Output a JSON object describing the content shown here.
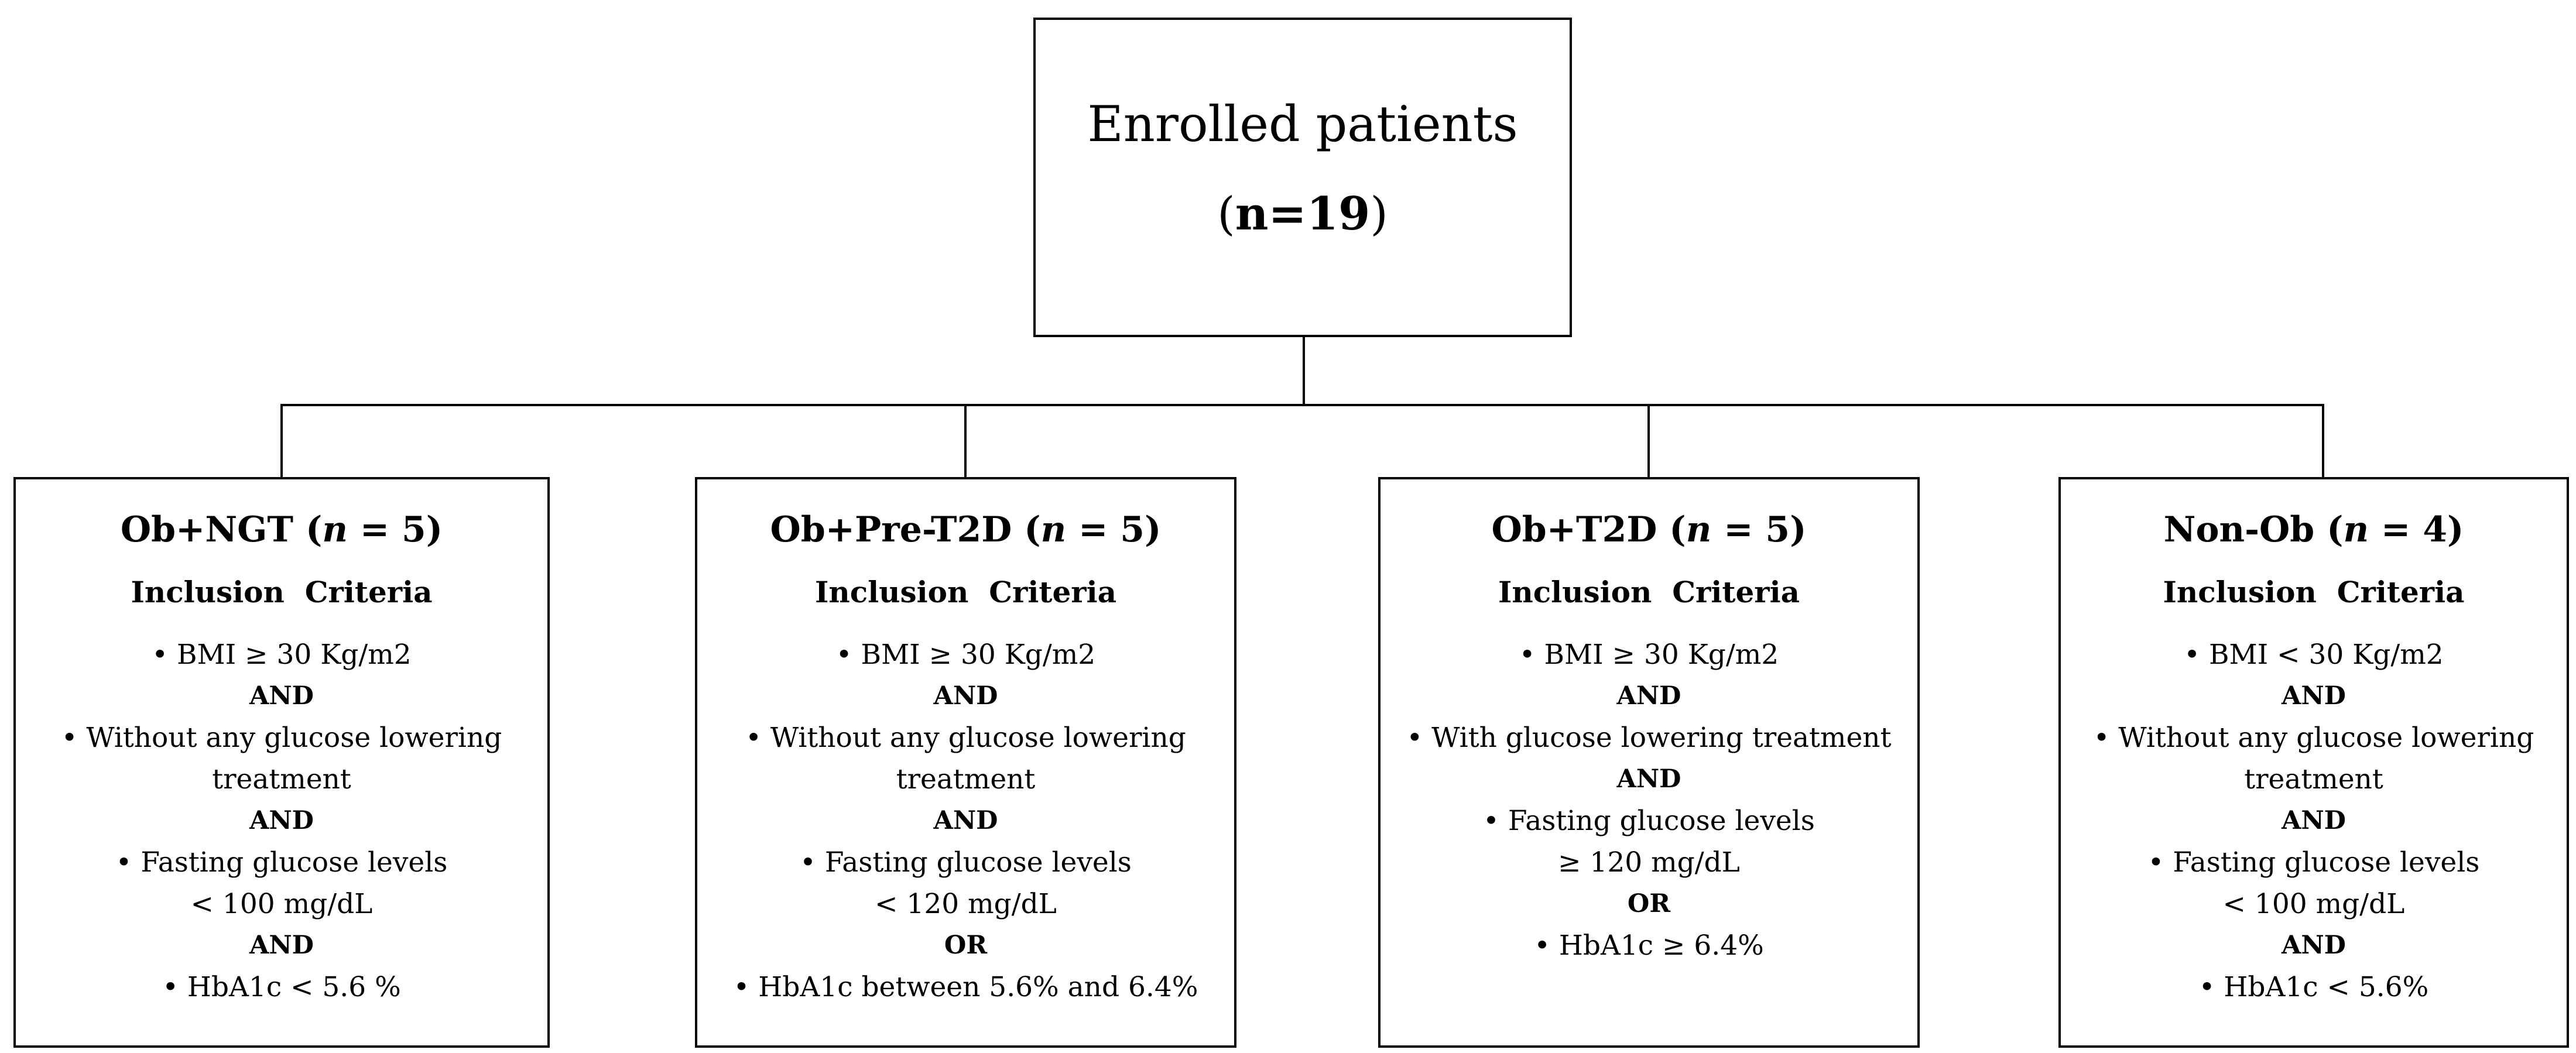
{
  "figure": {
    "background_color": "#ffffff",
    "line_color": "#000000",
    "type": "flowchart"
  },
  "root_node": {
    "title": "Enrolled patients",
    "paren_open": "(",
    "count": "n=19",
    "paren_close": ")"
  },
  "groups": [
    {
      "title_pre": "Ob+NGT (",
      "title_n": "n",
      "title_post": " = 5)",
      "criteria_header": "Inclusion Criteria",
      "lines": [
        "• BMI ≥ 30 Kg/m2",
        "AND",
        "• Without any glucose lowering",
        "treatment",
        "AND",
        "• Fasting glucose levels",
        "< 100 mg/dL",
        "AND",
        "• HbA1c < 5.6 %"
      ]
    },
    {
      "title_pre": "Ob+Pre-T2D (",
      "title_n": "n",
      "title_post": " = 5)",
      "criteria_header": "Inclusion Criteria",
      "lines": [
        "• BMI ≥ 30 Kg/m2",
        "AND",
        "• Without any glucose lowering",
        "treatment",
        "AND",
        "• Fasting glucose levels",
        "< 120 mg/dL",
        "OR",
        "• HbA1c between 5.6% and 6.4%"
      ]
    },
    {
      "title_pre": "Ob+T2D (",
      "title_n": "n",
      "title_post": " = 5)",
      "criteria_header": "Inclusion Criteria",
      "lines": [
        "• BMI ≥ 30 Kg/m2",
        "AND",
        "• With glucose lowering treatment",
        "AND",
        "• Fasting glucose levels",
        "≥ 120 mg/dL",
        "OR",
        "• HbA1c ≥ 6.4%"
      ]
    },
    {
      "title_pre": "Non-Ob (",
      "title_n": "n",
      "title_post": " = 4)",
      "criteria_header": "Inclusion Criteria",
      "lines": [
        "• BMI < 30 Kg/m2",
        "AND",
        "• Without any glucose lowering",
        "treatment",
        "AND",
        "• Fasting glucose levels",
        "< 100 mg/dL",
        "AND",
        "• HbA1c < 5.6%"
      ]
    }
  ]
}
